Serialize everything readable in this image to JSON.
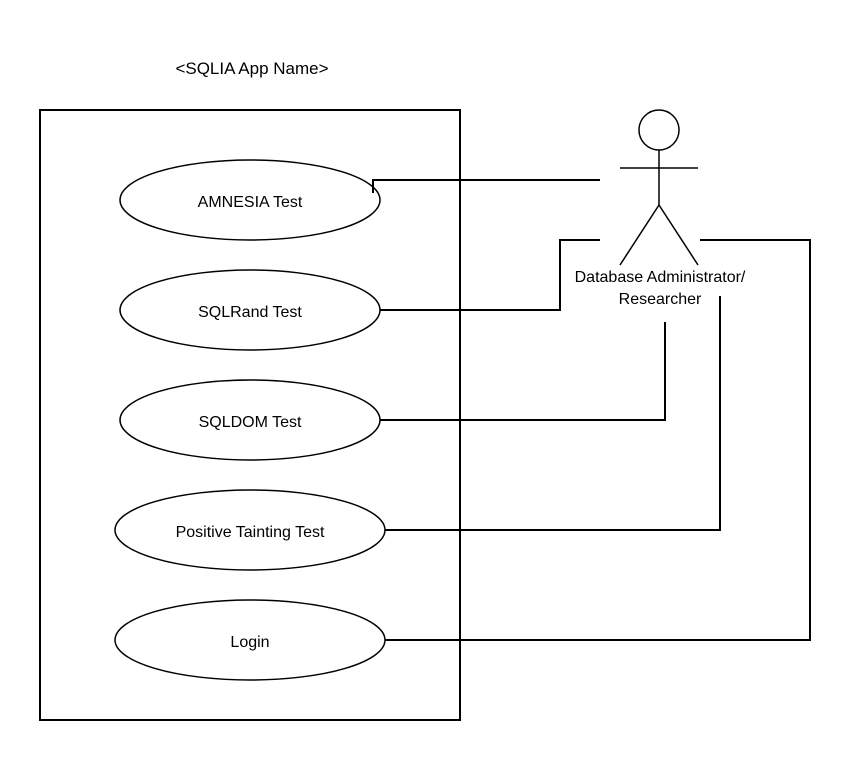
{
  "diagram": {
    "system_title": "<SQLIA App Name>",
    "actor": {
      "name_line1": "Database Administrator/",
      "name_line2": "Researcher"
    },
    "use_cases": [
      {
        "label": "AMNESIA Test"
      },
      {
        "label": "SQLRand Test"
      },
      {
        "label": "SQLDOM Test"
      },
      {
        "label": "Positive Tainting Test"
      },
      {
        "label": "Login"
      }
    ]
  }
}
